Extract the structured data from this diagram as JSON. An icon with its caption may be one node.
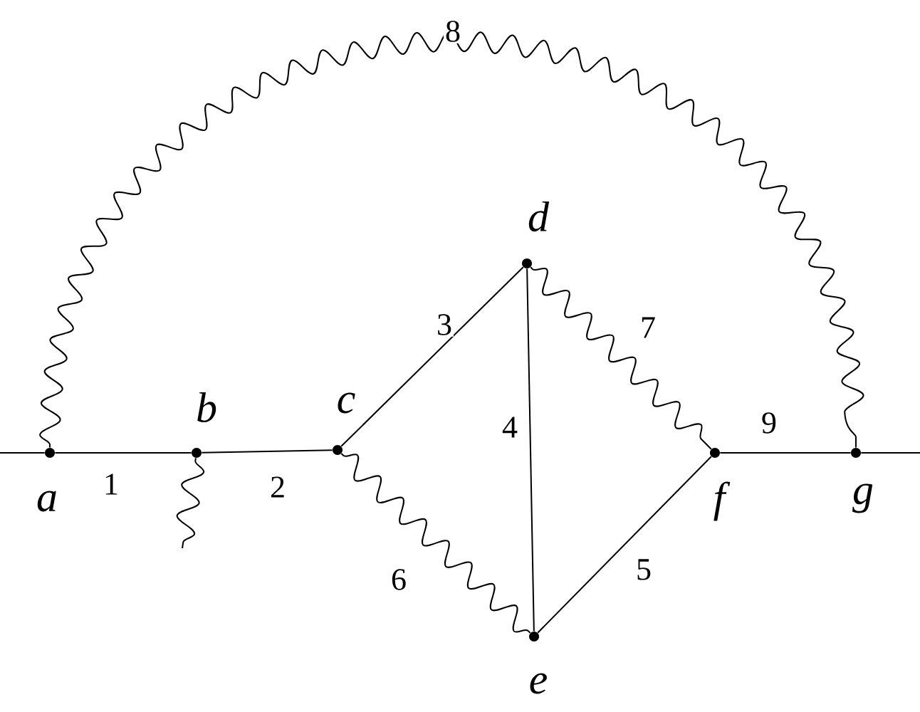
{
  "diagram": {
    "nodes": [
      {
        "text": [],
        "shape": "circle",
        "beside": [
          "a"
        ]
      },
      {
        "text": [],
        "shape": "circle",
        "beside": [
          "b"
        ]
      },
      {
        "text": [],
        "shape": "circle",
        "beside": [
          "c"
        ]
      },
      {
        "text": [],
        "shape": "circle",
        "beside": [
          "d"
        ]
      },
      {
        "text": [],
        "shape": "circle",
        "beside": [
          "e"
        ]
      },
      {
        "text": [],
        "shape": "circle",
        "beside": [
          "f"
        ]
      },
      {
        "text": [],
        "shape": "circle",
        "beside": [
          "g"
        ]
      }
    ],
    "edges": [
      {
        "from": null,
        "to": 0,
        "arrow": "none"
      },
      {
        "from": 0,
        "to": 1,
        "arrow": "none",
        "label": "1"
      },
      {
        "from": 1,
        "to": 2,
        "arrow": "none",
        "label": "2"
      },
      {
        "from": 1,
        "to": null,
        "arrow": "none"
      },
      {
        "from": 2,
        "to": 3,
        "arrow": "none",
        "label": "3"
      },
      {
        "from": 3,
        "to": 4,
        "arrow": "none",
        "label": "4"
      },
      {
        "from": 4,
        "to": 5,
        "arrow": "none",
        "label": "5"
      },
      {
        "from": 2,
        "to": 4,
        "arrow": "none",
        "label": "6"
      },
      {
        "from": 3,
        "to": 5,
        "arrow": "none",
        "label": "7"
      },
      {
        "from": 0,
        "to": 6,
        "arrow": "none",
        "label": "8"
      },
      {
        "from": 5,
        "to": 6,
        "arrow": "none",
        "label": "9"
      },
      {
        "from": 6,
        "to": null,
        "arrow": "none"
      }
    ]
  }
}
